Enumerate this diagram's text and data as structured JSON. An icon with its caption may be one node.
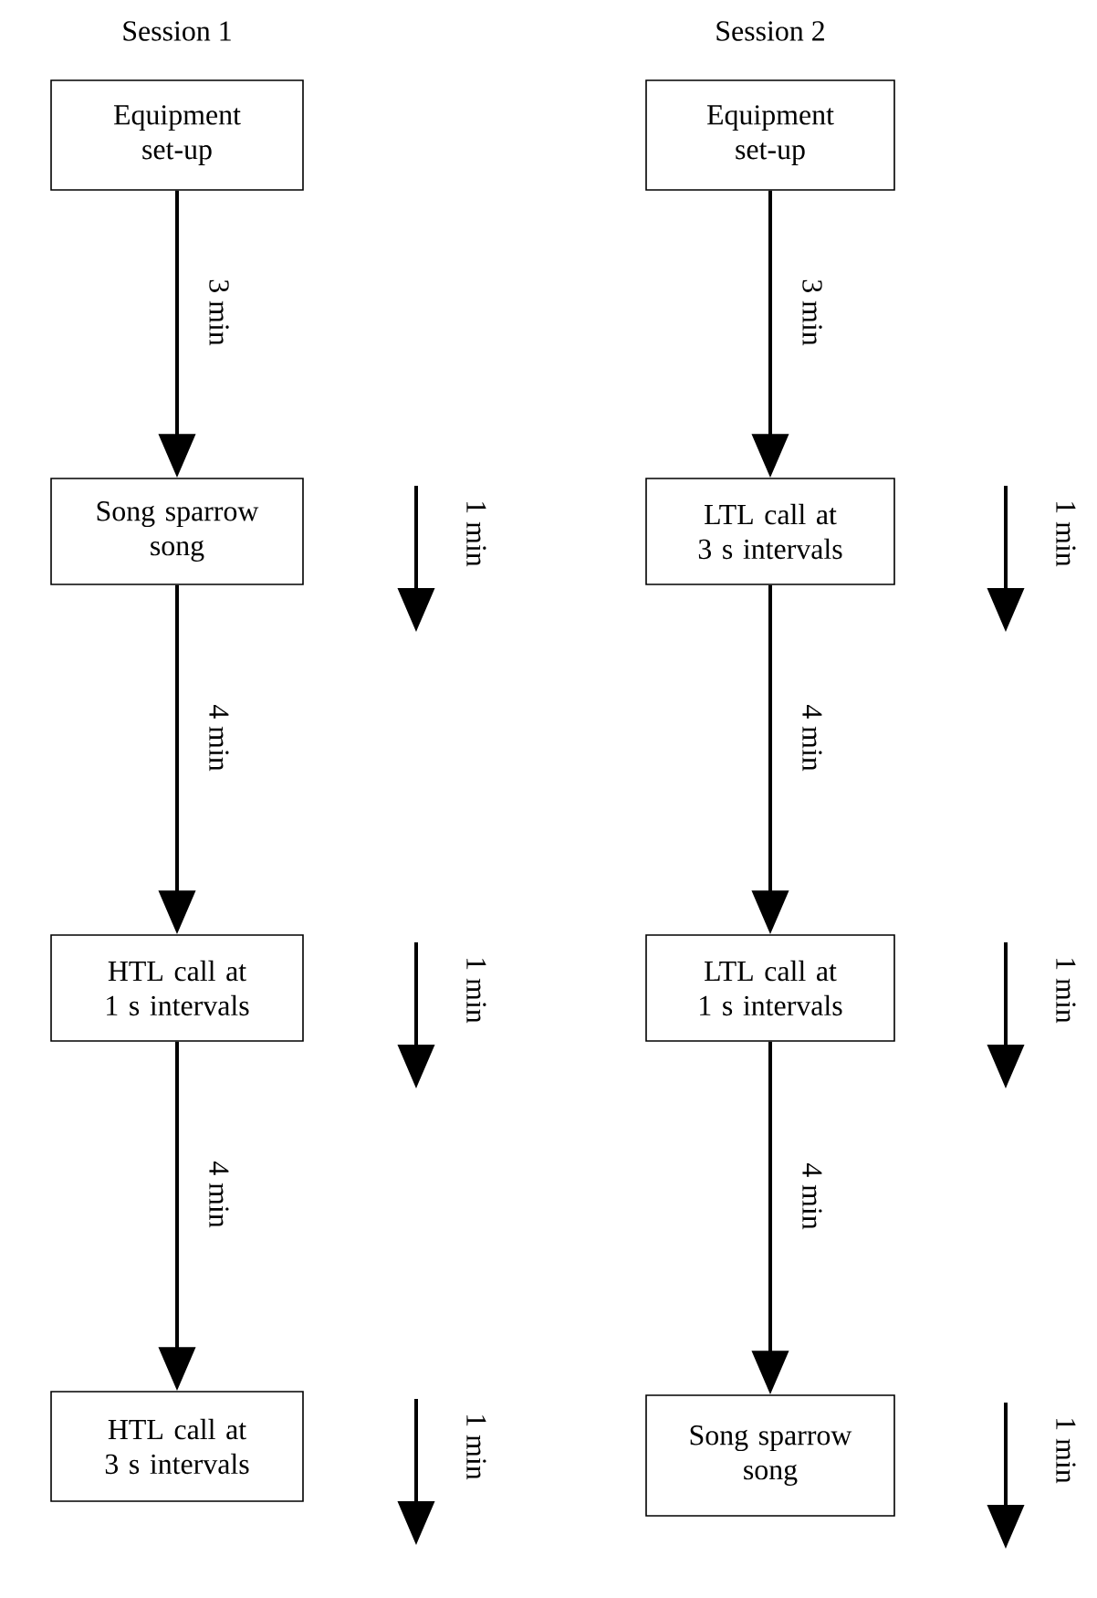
{
  "diagram": {
    "nodes": [
      {
        "text": [
          "Equipment set-up"
        ]
      },
      {
        "text": [
          "Song sparrow song"
        ]
      },
      {
        "text": [
          "HTL call at 1 s intervals"
        ]
      },
      {
        "text": [
          "HTL call at 3 s intervals"
        ]
      },
      {
        "text": [
          "Equipment set-up"
        ]
      },
      {
        "text": [
          "LTL call at 3 s intervals"
        ]
      },
      {
        "text": [
          "LTL call at 1 s intervals"
        ]
      },
      {
        "text": [
          "Song sparrow song"
        ]
      }
    ],
    "edges": [
      {
        "from": 0,
        "to": 1,
        "arrow": "to",
        "label": "3 min"
      },
      {
        "from": 1,
        "to": 2,
        "arrow": "to",
        "label": "4 min"
      },
      {
        "from": 2,
        "to": 3,
        "arrow": "to",
        "label": "4 min"
      },
      {
        "from": 4,
        "to": 5,
        "arrow": "to",
        "label": "3 min"
      },
      {
        "from": 5,
        "to": 6,
        "arrow": "to",
        "label": "4 min"
      },
      {
        "from": 6,
        "to": 7,
        "arrow": "to",
        "label": "4 min"
      }
    ],
    "labels": [
      "Session 1",
      "Session 2",
      "1 min",
      "1 min",
      "1 min",
      "1 min",
      "1 min",
      "1 min"
    ]
  }
}
